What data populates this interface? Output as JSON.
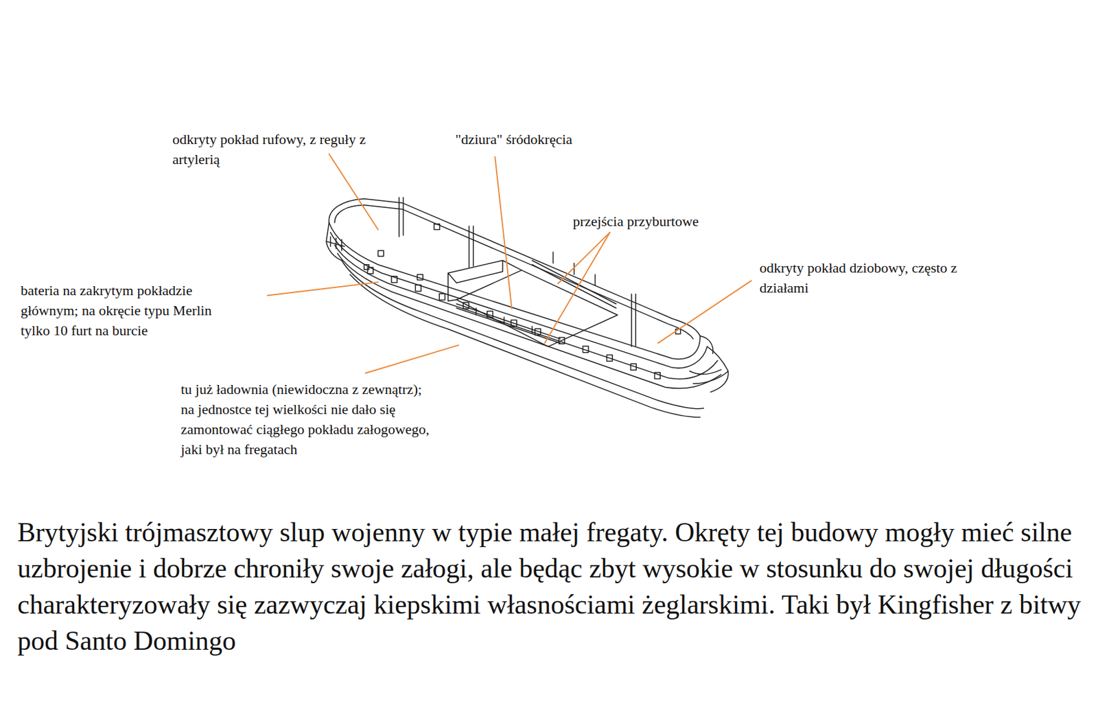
{
  "diagram": {
    "caption": "Brytyjski trójmasztowy slup wojenny w typie małej fregaty. Okręty tej budowy mogły mieć silne uzbrojenie i dobrze chroniły swoje załogi, ale będąc zbyt wysokie w stosunku do swojej długości charakteryzowały się zazwyczaj kiepskimi własnościami żeglarskimi. Taki był Kingfisher z bitwy pod Santo Domingo",
    "labels": [
      "odkryty pokład rufowy, z reguły z artylerią",
      "\"dziura\" śródokręcia",
      "przejścia przyburtowe",
      "odkryty pokład dziobowy, często z działami",
      "bateria na zakrytym pokładzie głównym; na okręcie typu Merlin tylko 10 furt na burcie",
      "tu już ładownia (niewidoczna z zewnątrz); na jednostce tej wielkości nie dało się zamontować ciągłego pokładu załogowego, jaki był na fregatach"
    ]
  }
}
